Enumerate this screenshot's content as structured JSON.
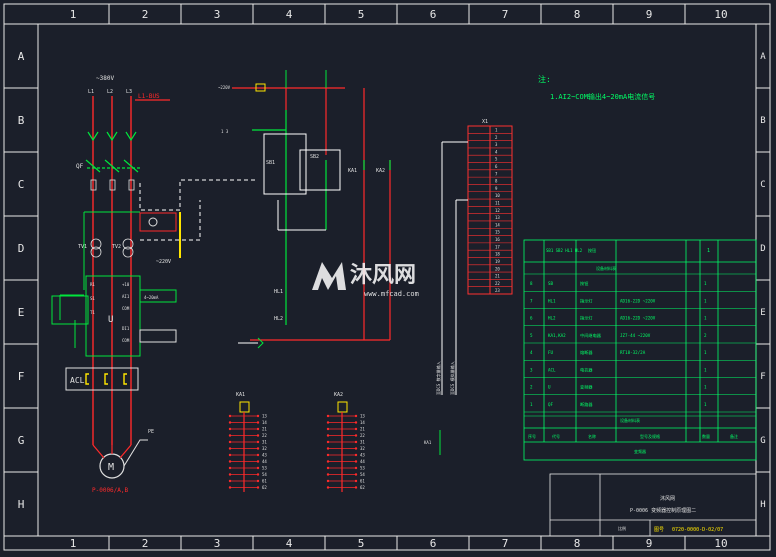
{
  "colors": {
    "background": "#1b1f2a",
    "frame": "#e8e8e8",
    "power": "#ff2a2a",
    "control": "#00e63c",
    "wire": "#ffffff",
    "device": "#ffe600",
    "label": "#e0e0e0",
    "note": "#00ff66",
    "table": "#00ff66",
    "terminal": "#ff3030",
    "accent_blue": "#3aa0ff"
  },
  "frame": {
    "columns": [
      "1",
      "2",
      "3",
      "4",
      "5",
      "6",
      "7",
      "8",
      "9",
      "10"
    ],
    "rows": [
      "A",
      "B",
      "C",
      "D",
      "E",
      "F",
      "G",
      "H"
    ]
  },
  "note": {
    "heading": "注:",
    "line1": "1.AI2~COM输出4~20mA电流信号"
  },
  "power_circuit": {
    "supply": "~380V",
    "phases": [
      "L1",
      "L2",
      "L3"
    ],
    "breaker": "QF",
    "cable_tag": "L1-BUS",
    "drive": "U",
    "reactor": "ACL",
    "motor_symbol": "M",
    "motor_tag": "P-0006/A,B",
    "pe_tag": "PE",
    "control_supply": "~220V",
    "tv_tags": [
      "TV1",
      "TV2"
    ]
  },
  "control_circuit": {
    "relays": [
      "KA1",
      "KA2"
    ],
    "contacts": [
      "SB1",
      "SB2",
      "HL1",
      "HL2"
    ],
    "lamp_tags": [
      "HL",
      "HL"
    ],
    "input_tag": "~220V"
  },
  "terminal_strip": {
    "title": "X1",
    "labels": [
      "1",
      "2",
      "3",
      "4",
      "5",
      "6",
      "7",
      "8",
      "9",
      "10",
      "11",
      "12",
      "13",
      "14",
      "15",
      "16",
      "17",
      "18",
      "19",
      "20",
      "21",
      "22",
      "23"
    ],
    "vertical_tags": [
      "至DCS 数字量输入",
      "至DCS 模拟量输入"
    ]
  },
  "relay_blocks": {
    "left_tag": "KA1",
    "right_tag": "KA2",
    "contact_rows": [
      "13",
      "14",
      "21",
      "22",
      "31",
      "32",
      "43",
      "44",
      "53",
      "54",
      "61",
      "62"
    ]
  },
  "bom": {
    "header": [
      "序号",
      "代号",
      "名称",
      "型号及规格",
      "数量",
      "备注"
    ],
    "top_row": [
      "SB1 SB2 HL1 HL2",
      "按钮",
      "1"
    ],
    "subheader": "设备材料表",
    "rows": [
      [
        "8",
        "SB",
        "按钮",
        "",
        "1",
        ""
      ],
      [
        "7",
        "HL1",
        "指示灯",
        "AD16-22D ~220V",
        "1",
        ""
      ],
      [
        "6",
        "HL2",
        "指示灯",
        "AD16-22D ~220V",
        "1",
        ""
      ],
      [
        "5",
        "KA1,KA2",
        "中间继电器",
        "JZ7-44 ~220V",
        "2",
        ""
      ],
      [
        "4",
        "FU",
        "熔断器",
        "RT18-32/2A",
        "1",
        ""
      ],
      [
        "3",
        "ACL",
        "电抗器",
        "",
        "1",
        ""
      ],
      [
        "2",
        "U",
        "变频器",
        "",
        "1",
        ""
      ],
      [
        "1",
        "QF",
        "断路器",
        "",
        "1",
        ""
      ]
    ],
    "footer": "设备材料表",
    "footer2": "变频器"
  },
  "title_block": {
    "company": "沐风网",
    "drawing_name": "P-0006 变频器控制原理图二",
    "drawing_no": "0720-0000-D-02/07",
    "scale_label": "比例",
    "sheet_label": "图号"
  },
  "watermark": {
    "brand": "沐风网",
    "url": "www.mfcad.com"
  }
}
